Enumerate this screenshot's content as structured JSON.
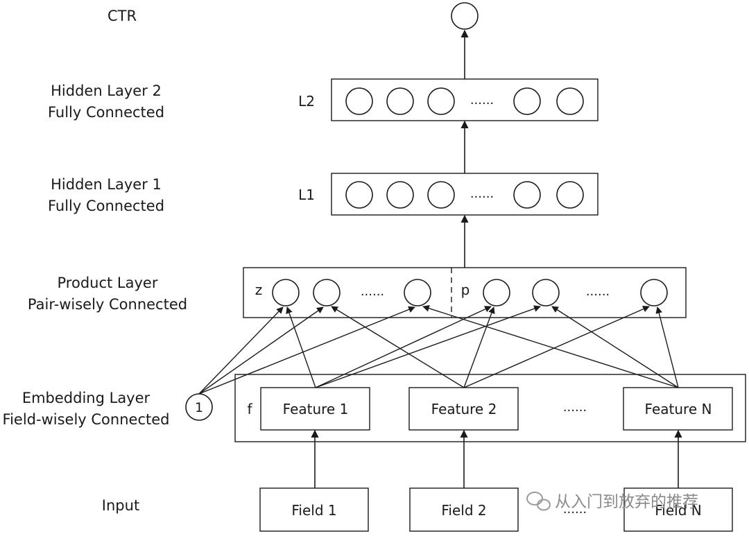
{
  "layer_labels": {
    "ctr": "CTR",
    "hidden2_line1": "Hidden Layer 2",
    "hidden2_line2": "Fully Connected",
    "hidden1_line1": "Hidden Layer 1",
    "hidden1_line2": "Fully Connected",
    "product_line1": "Product Layer",
    "product_line2": "Pair-wisely Connected",
    "embedding_line1": "Embedding Layer",
    "embedding_line2": "Field-wisely Connected",
    "input": "Input"
  },
  "box_labels": {
    "l2": "L2",
    "l1": "L1",
    "z": "z",
    "p": "p",
    "f": "f",
    "bias": "1"
  },
  "ellipsis": "......",
  "features": [
    "Feature 1",
    "Feature 2",
    "Feature N"
  ],
  "fields": [
    "Field 1",
    "Field 2",
    "Field N"
  ],
  "watermark": "从入门到放弃的推荐"
}
